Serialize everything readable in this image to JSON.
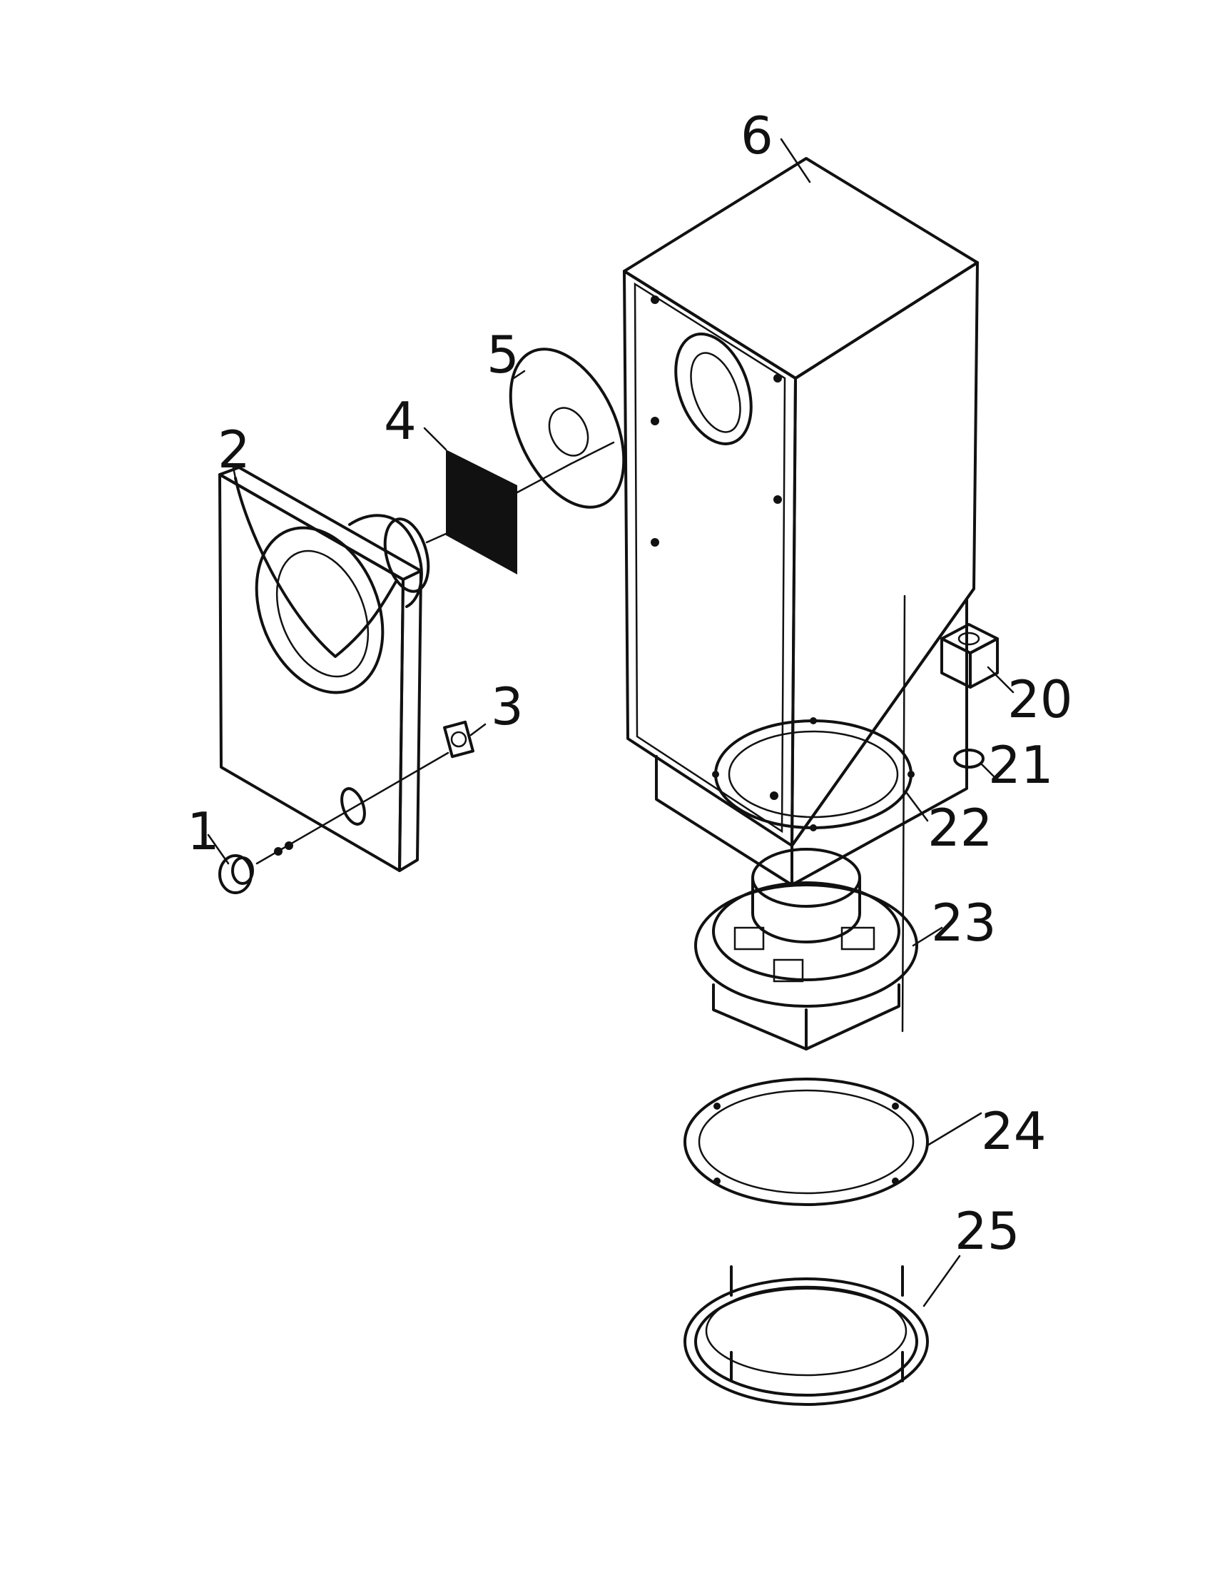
{
  "labels": {
    "p1": "1",
    "p2": "2",
    "p3": "3",
    "p4": "4",
    "p5": "5",
    "p6": "6",
    "p20": "20",
    "p21": "21",
    "p22": "22",
    "p23": "23",
    "p24": "24",
    "p25": "25"
  },
  "colors": {
    "ink": "#111111",
    "paper": "#ffffff"
  }
}
